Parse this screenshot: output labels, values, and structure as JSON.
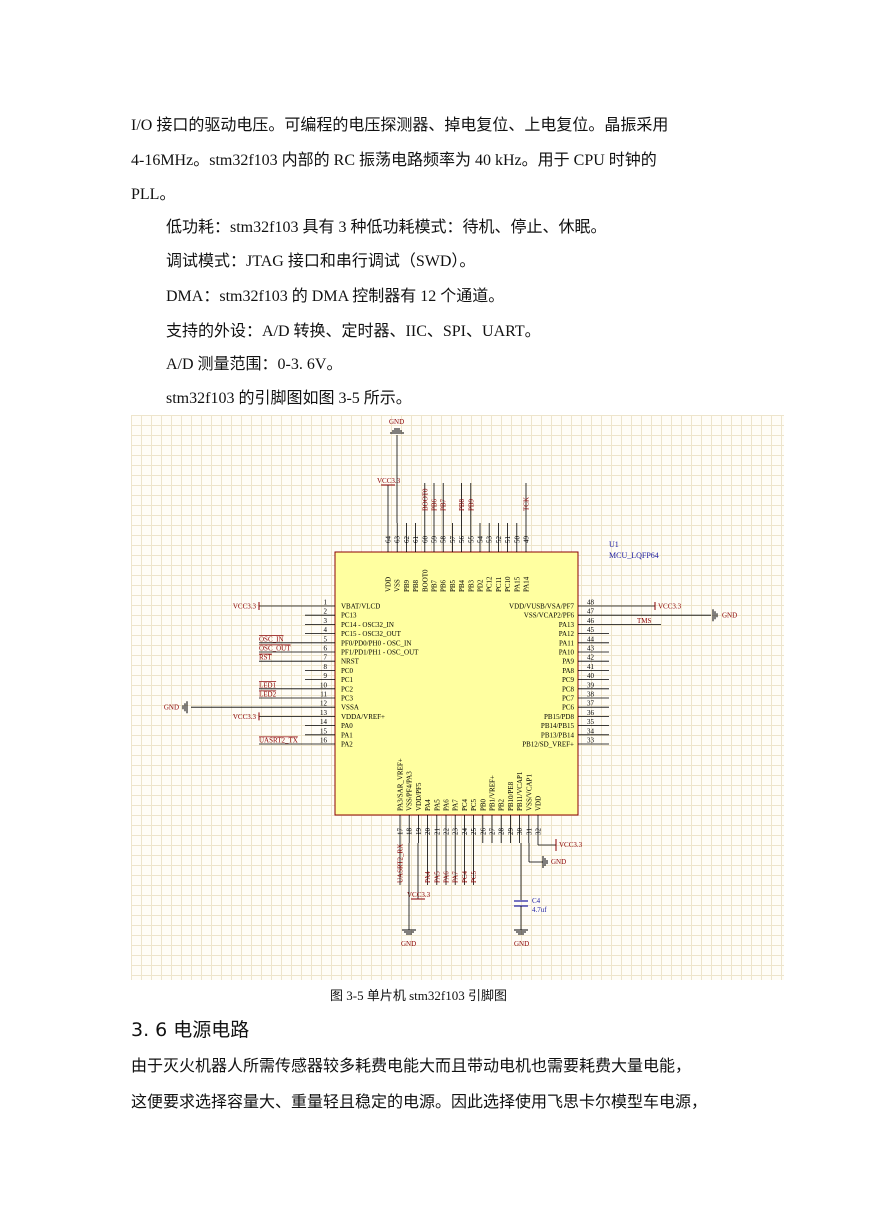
{
  "paragraphs": {
    "p1_l1": "I/O 接口的驱动电压。可编程的电压探测器、掉电复位、上电复位。晶振采用",
    "p1_l2": "4-16MHz。stm32f103 内部的   RC 振荡电路频率为 40  kHz。用于 CPU 时钟的",
    "p1_l3": "PLL。",
    "p2": "低功耗：stm32f103 具有 3 种低功耗模式：待机、停止、休眠。",
    "p3": "调试模式：JTAG 接口和串行调试（SWD）。",
    "p4": "DMA：stm32f103 的 DMA 控制器有 12 个通道。",
    "p5": "支持的外设：A/D 转换、定时器、IIC、SPI、UART。",
    "p6": "A/D 测量范围：0-3. 6V。",
    "p7": "stm32f103 的引脚图如图 3-5 所示。"
  },
  "figure": {
    "caption": "图 3-5 单片机 stm32f103 引脚图",
    "chip": {
      "ref": "U1",
      "part": "MCU_LQFP64",
      "fill": "#ffffa0",
      "outline": "#8b0000"
    },
    "colors": {
      "pin_line": "#000000",
      "net_label": "#8b0000",
      "power_label": "#8b0000",
      "pin_name": "#000000",
      "pin_number": "#000000"
    },
    "power": {
      "gnd": "GND",
      "vcc": "VCC3.3"
    },
    "left_pins": [
      {
        "num": "1",
        "name": "VBAT/VLCD",
        "net": "VCC3.3"
      },
      {
        "num": "2",
        "name": "PC13",
        "net": ""
      },
      {
        "num": "3",
        "name": "PC14 - OSC32_IN",
        "net": ""
      },
      {
        "num": "4",
        "name": "PC15 - OSC32_OUT",
        "net": ""
      },
      {
        "num": "5",
        "name": "PF0/PD0/PH0 - OSC_IN",
        "net": "OSC_IN"
      },
      {
        "num": "6",
        "name": "PF1/PD1/PH1 - OSC_OUT",
        "net": "OSC_OUT"
      },
      {
        "num": "7",
        "name": "NRST",
        "net": "RST"
      },
      {
        "num": "8",
        "name": "PC0",
        "net": ""
      },
      {
        "num": "9",
        "name": "PC1",
        "net": ""
      },
      {
        "num": "10",
        "name": "PC2",
        "net": "LED1"
      },
      {
        "num": "11",
        "name": "PC3",
        "net": "LED2"
      },
      {
        "num": "12",
        "name": "VSSA",
        "net": "GND"
      },
      {
        "num": "13",
        "name": "VDDA/VREF+",
        "net": "VCC3.3"
      },
      {
        "num": "14",
        "name": "PA0",
        "net": ""
      },
      {
        "num": "15",
        "name": "PA1",
        "net": ""
      },
      {
        "num": "16",
        "name": "PA2",
        "net": "UASRT2_TX"
      }
    ],
    "right_pins": [
      {
        "num": "48",
        "name": "VDD/VUSB/VSA/PF7",
        "net": "VCC3.3"
      },
      {
        "num": "47",
        "name": "VSS/VCAP2/PF6",
        "net": "GND"
      },
      {
        "num": "46",
        "name": "PA13",
        "net": "TMS"
      },
      {
        "num": "45",
        "name": "PA12",
        "net": ""
      },
      {
        "num": "44",
        "name": "PA11",
        "net": ""
      },
      {
        "num": "43",
        "name": "PA10",
        "net": ""
      },
      {
        "num": "42",
        "name": "PA9",
        "net": ""
      },
      {
        "num": "41",
        "name": "PA8",
        "net": ""
      },
      {
        "num": "40",
        "name": "PC9",
        "net": ""
      },
      {
        "num": "39",
        "name": "PC8",
        "net": ""
      },
      {
        "num": "38",
        "name": "PC7",
        "net": ""
      },
      {
        "num": "37",
        "name": "PC6",
        "net": ""
      },
      {
        "num": "36",
        "name": "PB15/PD8",
        "net": ""
      },
      {
        "num": "35",
        "name": "PB14/PB15",
        "net": ""
      },
      {
        "num": "34",
        "name": "PB13/PB14",
        "net": ""
      },
      {
        "num": "33",
        "name": "PB12/SD_VREF+",
        "net": ""
      }
    ],
    "top_pins": [
      {
        "num": "64",
        "name": "VDD",
        "net": ""
      },
      {
        "num": "63",
        "name": "VSS",
        "net": ""
      },
      {
        "num": "62",
        "name": "PB9",
        "net": ""
      },
      {
        "num": "61",
        "name": "PB8",
        "net": ""
      },
      {
        "num": "60",
        "name": "BOOT0",
        "net": "BOOT0"
      },
      {
        "num": "59",
        "name": "PB7",
        "net": "PB6"
      },
      {
        "num": "58",
        "name": "PB6",
        "net": "PB7"
      },
      {
        "num": "57",
        "name": "PB5",
        "net": ""
      },
      {
        "num": "56",
        "name": "PB4",
        "net": "PB8"
      },
      {
        "num": "55",
        "name": "PB3",
        "net": "PB9"
      },
      {
        "num": "54",
        "name": "PD2",
        "net": ""
      },
      {
        "num": "53",
        "name": "PC12",
        "net": ""
      },
      {
        "num": "52",
        "name": "PC11",
        "net": ""
      },
      {
        "num": "51",
        "name": "PC10",
        "net": ""
      },
      {
        "num": "50",
        "name": "PA15",
        "net": ""
      },
      {
        "num": "49",
        "name": "PA14",
        "net": "TCK"
      }
    ],
    "bottom_pins": [
      {
        "num": "17",
        "name": "PA3/SAR_VREF+",
        "net": "UASRT2_RX"
      },
      {
        "num": "18",
        "name": "VSS/PF4/PA3",
        "net": ""
      },
      {
        "num": "19",
        "name": "VDD/PF5",
        "net": ""
      },
      {
        "num": "20",
        "name": "PA4",
        "net": "PA4"
      },
      {
        "num": "21",
        "name": "PA5",
        "net": "PA5"
      },
      {
        "num": "22",
        "name": "PA6",
        "net": "PA6"
      },
      {
        "num": "23",
        "name": "PA7",
        "net": "PA7"
      },
      {
        "num": "24",
        "name": "PC4",
        "net": "PC4"
      },
      {
        "num": "25",
        "name": "PC5",
        "net": "PC5"
      },
      {
        "num": "26",
        "name": "PB0",
        "net": ""
      },
      {
        "num": "27",
        "name": "PB1/VREF+",
        "net": ""
      },
      {
        "num": "28",
        "name": "PB2",
        "net": ""
      },
      {
        "num": "29",
        "name": "PB10/PE8",
        "net": ""
      },
      {
        "num": "30",
        "name": "PB11/VCAP1",
        "net": ""
      },
      {
        "num": "31",
        "name": "VSS/VCAP1",
        "net": ""
      },
      {
        "num": "32",
        "name": "VDD",
        "net": ""
      }
    ],
    "cap": {
      "ref": "C4",
      "value": "4.7uf"
    },
    "extra_vcc": [
      "VCC3.3",
      "VCC3.3"
    ]
  },
  "section": {
    "heading": "3. 6 电源电路"
  },
  "body": {
    "l1": "由于灭火机器人所需传感器较多耗费电能大而且带动电机也需要耗费大量电能，",
    "l2": "这便要求选择容量大、重量轻且稳定的电源。因此选择使用飞思卡尔模型车电源，"
  }
}
